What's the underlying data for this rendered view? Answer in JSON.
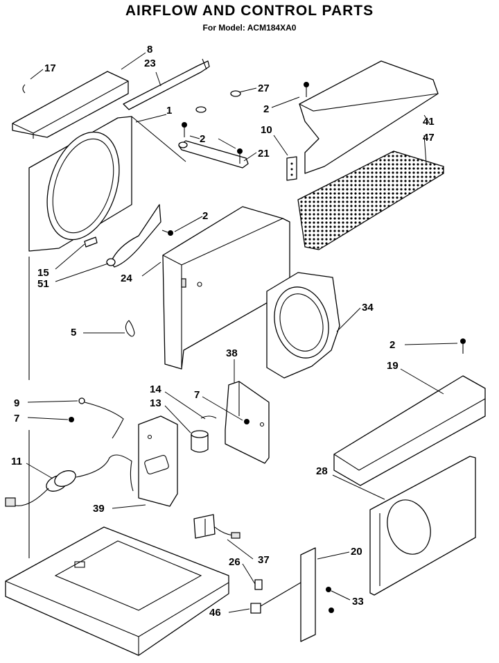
{
  "header": {
    "title": "AIRFLOW AND CONTROL PARTS",
    "subtitle": "For Model: ACM184XA0"
  },
  "callouts": [
    {
      "id": "c17",
      "label": "17"
    },
    {
      "id": "c8",
      "label": "8"
    },
    {
      "id": "c23",
      "label": "23"
    },
    {
      "id": "c1",
      "label": "1"
    },
    {
      "id": "c27",
      "label": "27"
    },
    {
      "id": "c2a",
      "label": "2"
    },
    {
      "id": "c41",
      "label": "41"
    },
    {
      "id": "c47",
      "label": "47"
    },
    {
      "id": "c10",
      "label": "10"
    },
    {
      "id": "c2b",
      "label": "2"
    },
    {
      "id": "c21",
      "label": "21"
    },
    {
      "id": "c2c",
      "label": "2"
    },
    {
      "id": "c15",
      "label": "15"
    },
    {
      "id": "c51",
      "label": "51"
    },
    {
      "id": "c24",
      "label": "24"
    },
    {
      "id": "c34",
      "label": "34"
    },
    {
      "id": "c5",
      "label": "5"
    },
    {
      "id": "c2d",
      "label": "2"
    },
    {
      "id": "c19",
      "label": "19"
    },
    {
      "id": "c38",
      "label": "38"
    },
    {
      "id": "c14",
      "label": "14"
    },
    {
      "id": "c7a",
      "label": "7"
    },
    {
      "id": "c13",
      "label": "13"
    },
    {
      "id": "c9",
      "label": "9"
    },
    {
      "id": "c7b",
      "label": "7"
    },
    {
      "id": "c11",
      "label": "11"
    },
    {
      "id": "c28",
      "label": "28"
    },
    {
      "id": "c39",
      "label": "39"
    },
    {
      "id": "c20",
      "label": "20"
    },
    {
      "id": "c26",
      "label": "26"
    },
    {
      "id": "c37",
      "label": "37"
    },
    {
      "id": "c33",
      "label": "33"
    },
    {
      "id": "c46",
      "label": "46"
    }
  ]
}
